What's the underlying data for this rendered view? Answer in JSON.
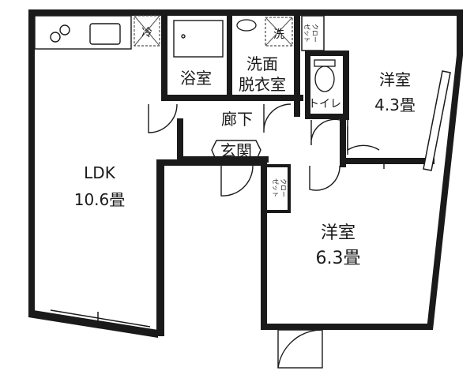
{
  "rooms": {
    "ldk": {
      "name": "LDK",
      "size": "10.6畳"
    },
    "western_north": {
      "name": "洋室",
      "size": "4.3畳"
    },
    "western_south": {
      "name": "洋室",
      "size": "6.3畳"
    },
    "bath": {
      "name": "浴室"
    },
    "washroom": {
      "line1": "洗面",
      "line2": "脱衣室"
    },
    "toilet": {
      "name": "トイレ"
    },
    "hallway": {
      "name": "廊下"
    },
    "entrance": {
      "name": "玄関"
    }
  },
  "fixtures": {
    "fridge": "冷",
    "washer": "洗",
    "closet1_line1": "クロー",
    "closet1_line2": "ゼット",
    "closet2_line1": "クロー",
    "closet2_line2": "ゼット"
  }
}
